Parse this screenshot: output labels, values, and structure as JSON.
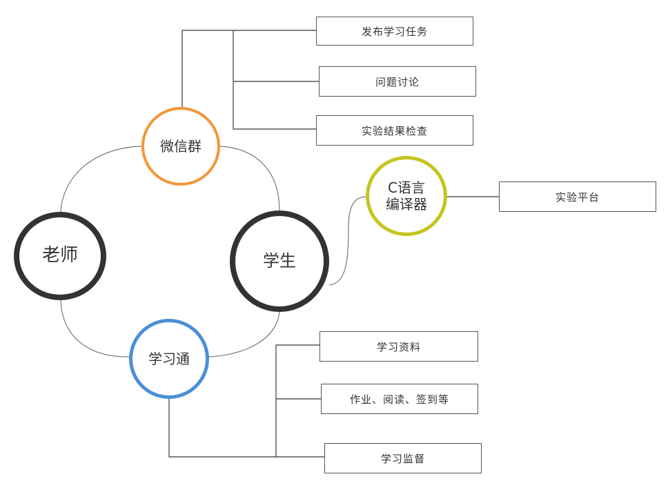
{
  "nodes": {
    "teacher": "老师",
    "student": "学生",
    "wechat": "微信群",
    "xuexitong": "学习通",
    "compiler_line1": "C语言",
    "compiler_line2": "编译器"
  },
  "boxes": {
    "publish": "发布学习任务",
    "discuss": "问题讨论",
    "check": "实验结果检查",
    "platform": "实验平台",
    "materials": "学习资料",
    "homework": "作业、阅读、签到等",
    "supervise": "学习监督"
  },
  "colors": {
    "teacher_border": "#333333",
    "student_border": "#333333",
    "wechat_border": "#f2963a",
    "xuexitong_border": "#4a8fd8",
    "compiler_border": "#c2c61f",
    "line": "#555555",
    "curve": "#777777"
  }
}
